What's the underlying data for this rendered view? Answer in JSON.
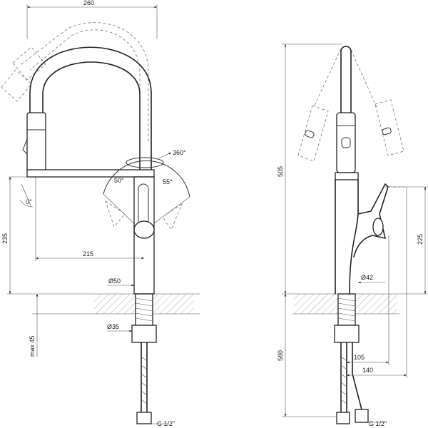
{
  "dimensions": {
    "front": {
      "width": "260",
      "swivel": "360°",
      "angle_left": "50°",
      "angle_right": "55°",
      "angle_zero": "0°",
      "reach": "215",
      "height": "235",
      "body_diameter": "Ø50",
      "shank_diameter": "Ø35",
      "max_thickness": "max 45",
      "connector": "G 1/2\""
    },
    "side": {
      "total_height": "505",
      "lever_height": "225",
      "diameter": "Ø42",
      "depth_1": "105",
      "depth_2": "140",
      "underside": "580",
      "connector": "G 1/2\""
    }
  },
  "colors": {
    "line": "#222222",
    "hatch": "#999999"
  }
}
